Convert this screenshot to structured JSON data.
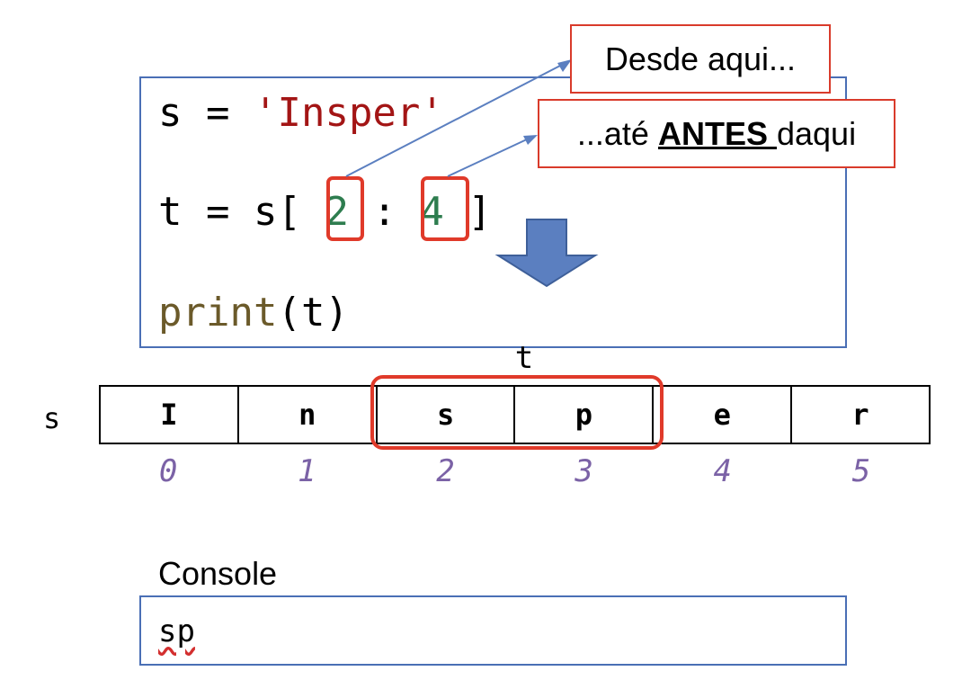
{
  "code": {
    "line1": {
      "var": "s",
      "eq": " = ",
      "str": "'Insper'"
    },
    "line2": {
      "prefix": "t = s[ ",
      "start": "2",
      "sep": " : ",
      "end": "4",
      "close": " ]"
    },
    "line3": {
      "fn": "print",
      "args": "(t)"
    }
  },
  "callouts": {
    "from": "Desde aqui...",
    "until_prefix": "...até ",
    "until_emph": "ANTES ",
    "until_suffix": "daqui"
  },
  "sequence": {
    "label": "s",
    "slice_label": "t",
    "cells": [
      "I",
      "n",
      "s",
      "p",
      "e",
      "r"
    ],
    "indices": [
      "0",
      "1",
      "2",
      "3",
      "4",
      "5"
    ]
  },
  "console": {
    "title": "Console",
    "output": "sp"
  },
  "colors": {
    "box_border": "#4a6fb5",
    "highlight": "#e03a2a",
    "string": "#a31515",
    "number": "#2e7d4f",
    "index": "#7b62a6",
    "arrow": "#5b7fc0"
  }
}
